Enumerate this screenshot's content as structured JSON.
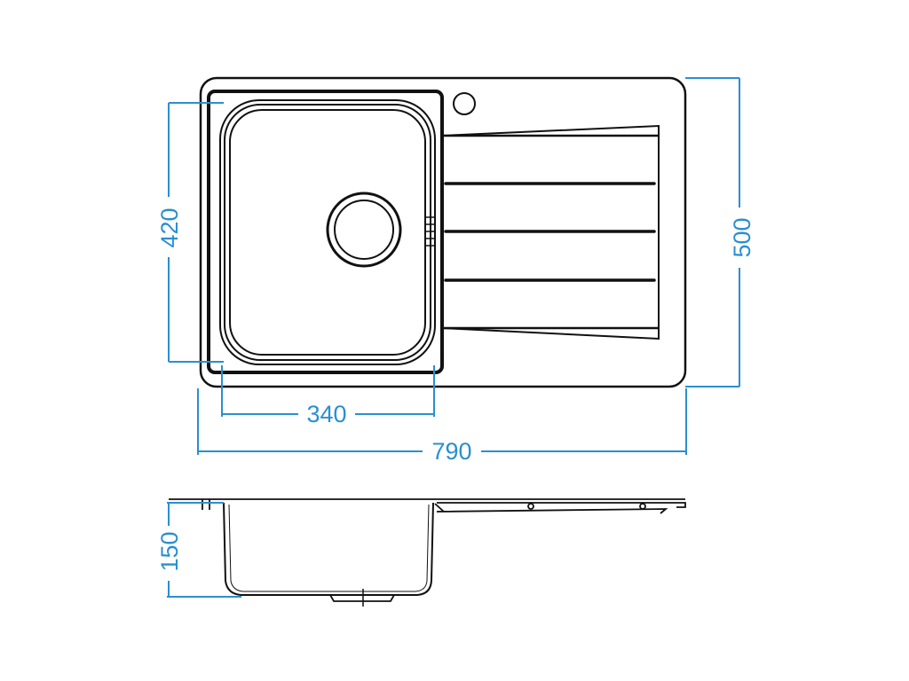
{
  "colors": {
    "outline": "#111111",
    "dimension": "#2a8fcf"
  },
  "dimensions": {
    "bowl_length": "420",
    "bowl_width": "340",
    "total_width": "790",
    "total_length": "500",
    "depth": "150"
  }
}
